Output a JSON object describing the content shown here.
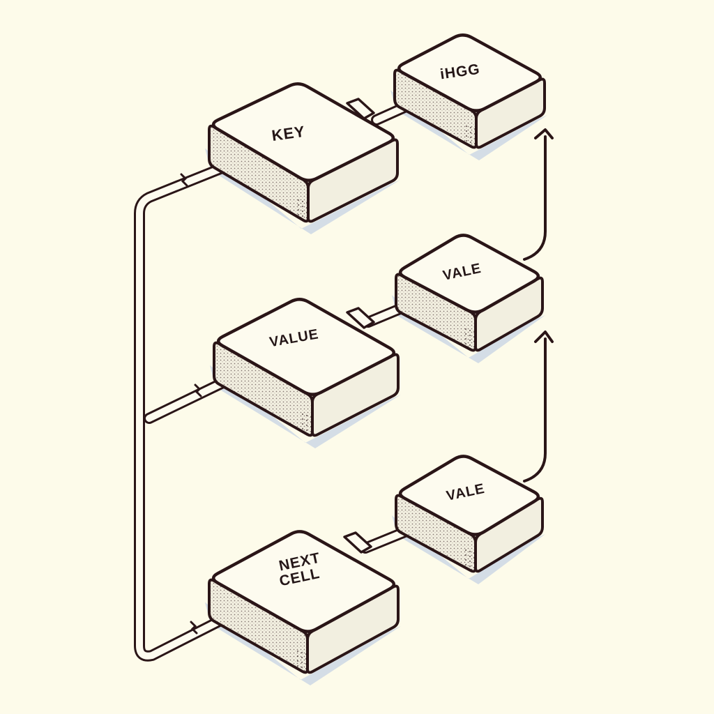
{
  "colors": {
    "background": "#fdfbea",
    "stroke": "#2a1517",
    "box_face": "#fdfbef",
    "box_side": "#f2efe0",
    "shadow": "#b9c9e2"
  },
  "diagram": {
    "blocks": [
      {
        "id": "key",
        "lines": [
          "KEY"
        ]
      },
      {
        "id": "ihgg",
        "lines": [
          "iHGG"
        ]
      },
      {
        "id": "value",
        "lines": [
          "VALUE"
        ]
      },
      {
        "id": "vale-mid",
        "lines": [
          "VALE"
        ]
      },
      {
        "id": "next-cell",
        "lines": [
          "NEXT",
          "CELL"
        ]
      },
      {
        "id": "vale-bottom",
        "lines": [
          "VALE"
        ]
      }
    ],
    "connections": [
      {
        "from": "key",
        "to": "ihgg",
        "kind": "connector"
      },
      {
        "from": "value",
        "to": "vale-mid",
        "kind": "connector"
      },
      {
        "from": "next-cell",
        "to": "vale-bottom",
        "kind": "connector"
      },
      {
        "from": "vale-mid",
        "to": "ihgg",
        "kind": "arrow"
      },
      {
        "from": "vale-bottom",
        "to": "vale-mid",
        "kind": "arrow"
      },
      {
        "from": "next-cell",
        "to": "key",
        "kind": "pipe"
      },
      {
        "from": "value",
        "to": "key",
        "kind": "pipe"
      }
    ]
  }
}
